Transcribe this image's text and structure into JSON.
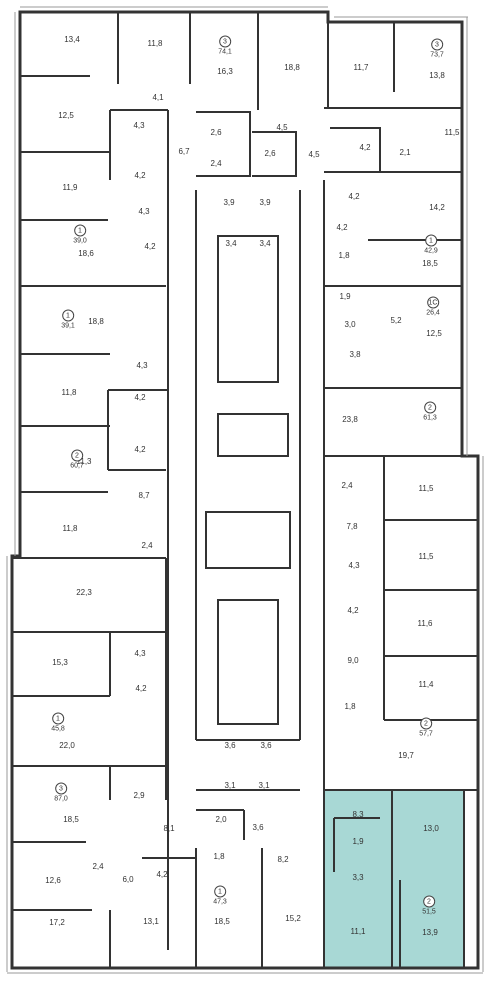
{
  "highlight_color": "#a8d8d5",
  "apartments": [
    {
      "num": "3",
      "area": "74,1"
    },
    {
      "num": "3",
      "area": "73,7"
    },
    {
      "num": "1",
      "area": "39,0"
    },
    {
      "num": "1",
      "area": "42,9"
    },
    {
      "num": "1",
      "area": "39,1"
    },
    {
      "num": "1С",
      "area": "26,4"
    },
    {
      "num": "2",
      "area": "61,3"
    },
    {
      "num": "2",
      "area": "60,7"
    },
    {
      "num": "1",
      "area": "45,8"
    },
    {
      "num": "2",
      "area": "57,7"
    },
    {
      "num": "3",
      "area": "87,0"
    },
    {
      "num": "1",
      "area": "47,3"
    },
    {
      "num": "2",
      "area": "51,5"
    }
  ],
  "rooms": [
    "13,4",
    "11,8",
    "16,3",
    "18,8",
    "11,7",
    "13,8",
    "4,1",
    "12,5",
    "4,3",
    "2,6",
    "4,5",
    "11,5",
    "6,7",
    "4,2",
    "2,6",
    "4,5",
    "4,2",
    "2,1",
    "2,4",
    "11,9",
    "4,2",
    "4,3",
    "3,9",
    "3,9",
    "4,2",
    "14,2",
    "18,6",
    "3,4",
    "3,4",
    "4,2",
    "1,8",
    "18,5",
    "18,8",
    "1,9",
    "3,0",
    "5,2",
    "12,5",
    "3,8",
    "11,8",
    "4,3",
    "4,2",
    "23,8",
    "4,2",
    "11,3",
    "2,4",
    "8,7",
    "11,5",
    "11,8",
    "7,8",
    "2,4",
    "11,5",
    "22,3",
    "4,3",
    "4,2",
    "11,6",
    "15,3",
    "4,3",
    "9,0",
    "4,2",
    "11,4",
    "22,0",
    "1,8",
    "3,6",
    "3,6",
    "19,7",
    "3,1",
    "3,1",
    "2,9",
    "18,5",
    "8,1",
    "2,0",
    "3,6",
    "8,3",
    "13,0",
    "1,9",
    "1,8",
    "8,2",
    "2,4",
    "6,0",
    "3,3",
    "12,6",
    "4,2",
    "17,2",
    "13,1",
    "18,5",
    "15,2",
    "11,1",
    "13,9"
  ]
}
